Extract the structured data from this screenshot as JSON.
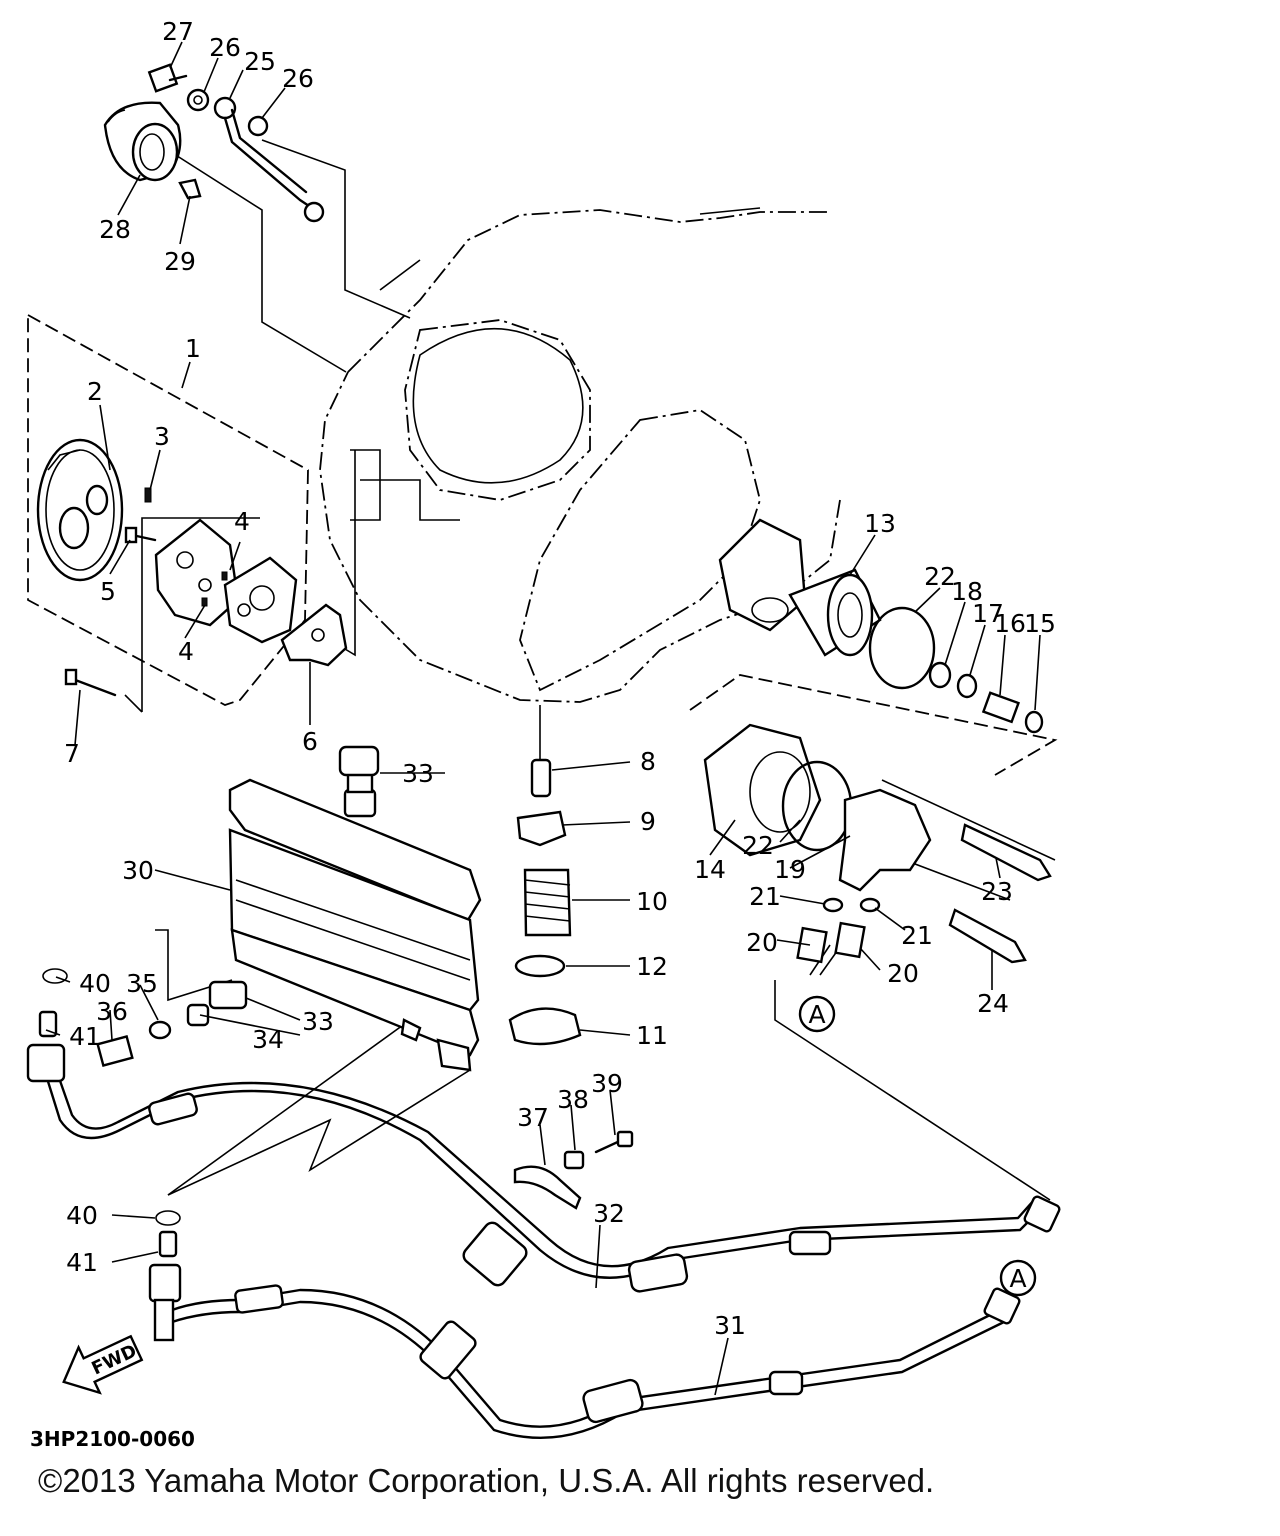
{
  "diagram_code": "3HP2100-0060",
  "copyright": "©2013 Yamaha Motor Corporation, U.S.A. All rights reserved.",
  "fwd_label": "FWD",
  "ref_marker": "A",
  "callouts": {
    "p1": "1",
    "p2": "2",
    "p3": "3",
    "p4a": "4",
    "p4b": "4",
    "p5": "5",
    "p6": "6",
    "p7": "7",
    "p8": "8",
    "p9": "9",
    "p10": "10",
    "p11": "11",
    "p12": "12",
    "p13": "13",
    "p14": "14",
    "p15": "15",
    "p16": "16",
    "p17": "17",
    "p18": "18",
    "p19": "19",
    "p20a": "20",
    "p20b": "20",
    "p21a": "21",
    "p21b": "21",
    "p22a": "22",
    "p22b": "22",
    "p23": "23",
    "p24": "24",
    "p25": "25",
    "p26a": "26",
    "p26b": "26",
    "p27": "27",
    "p28": "28",
    "p29": "29",
    "p30": "30",
    "p31": "31",
    "p32": "32",
    "p33a": "33",
    "p33b": "33",
    "p34": "34",
    "p35": "35",
    "p36": "36",
    "p37": "37",
    "p38": "38",
    "p39": "39",
    "p40a": "40",
    "p40b": "40",
    "p41a": "41",
    "p41b": "41"
  }
}
